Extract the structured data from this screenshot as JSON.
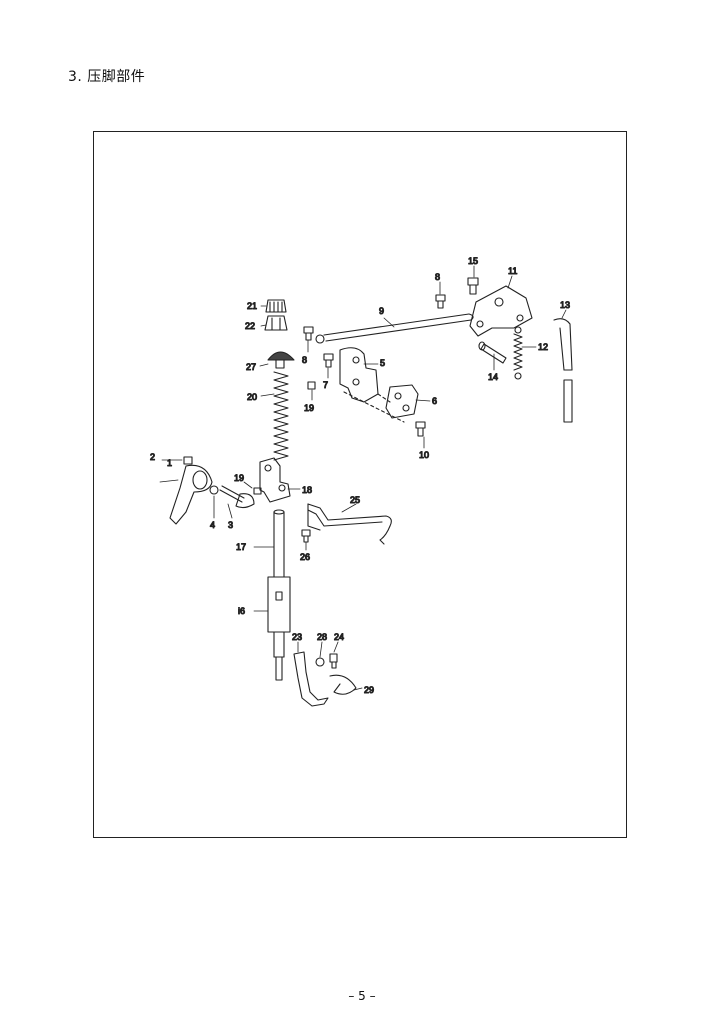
{
  "section_title": "3. 压脚部件",
  "page_number": "– 5 –",
  "diagram": {
    "part_labels": [
      "1",
      "2",
      "3",
      "4",
      "5",
      "6",
      "7",
      "8",
      "8",
      "9",
      "10",
      "11",
      "12",
      "13",
      "14",
      "15",
      "i6",
      "17",
      "18",
      "19",
      "19",
      "20",
      "21",
      "22",
      "23",
      "24",
      "25",
      "26",
      "27",
      "28",
      "29"
    ]
  }
}
